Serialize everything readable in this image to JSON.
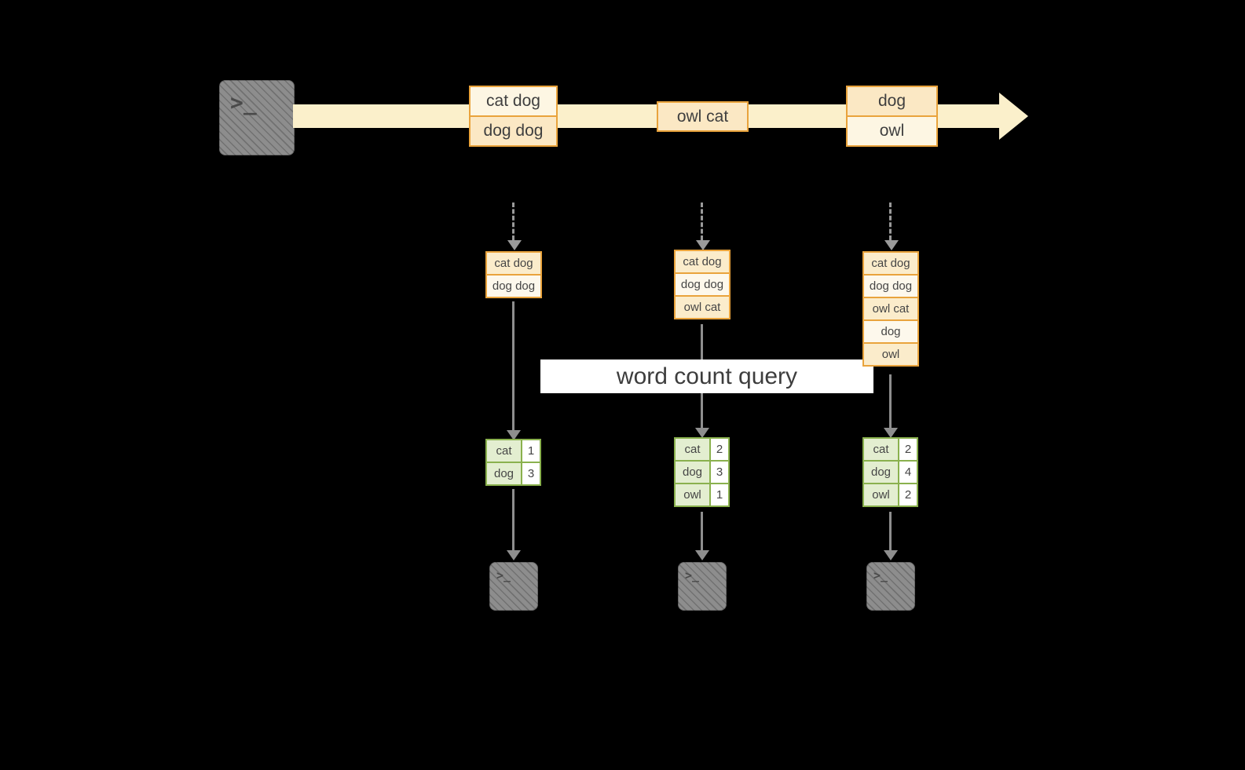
{
  "icons": {
    "terminal_glyph": ">_"
  },
  "banner": {
    "label": "word count query"
  },
  "timeline": {
    "batches": [
      {
        "rows": [
          "cat dog",
          "dog dog"
        ]
      },
      {
        "rows": [
          "owl cat"
        ]
      },
      {
        "rows": [
          "dog",
          "owl"
        ]
      }
    ]
  },
  "columns": [
    {
      "input_rows": [
        "cat dog",
        "dog dog"
      ],
      "counts": [
        {
          "word": "cat",
          "count": "1"
        },
        {
          "word": "dog",
          "count": "3"
        }
      ]
    },
    {
      "input_rows": [
        "cat dog",
        "dog dog",
        "owl cat"
      ],
      "counts": [
        {
          "word": "cat",
          "count": "2"
        },
        {
          "word": "dog",
          "count": "3"
        },
        {
          "word": "owl",
          "count": "1"
        }
      ]
    },
    {
      "input_rows": [
        "cat dog",
        "dog dog",
        "owl cat",
        "dog",
        "owl"
      ],
      "counts": [
        {
          "word": "cat",
          "count": "2"
        },
        {
          "word": "dog",
          "count": "4"
        },
        {
          "word": "owl",
          "count": "2"
        }
      ]
    }
  ],
  "colors": {
    "background": "#000000",
    "timeline_fill": "#fbf0cb",
    "orange_border": "#e9a33c",
    "cell_light": "#fdf6e3",
    "cell_tan": "#fbe8c4",
    "green_border": "#8ab14e",
    "green_fill": "#e3eed0",
    "arrow_gray": "#8e8e8e",
    "terminal_gray": "#8d8d8d"
  }
}
